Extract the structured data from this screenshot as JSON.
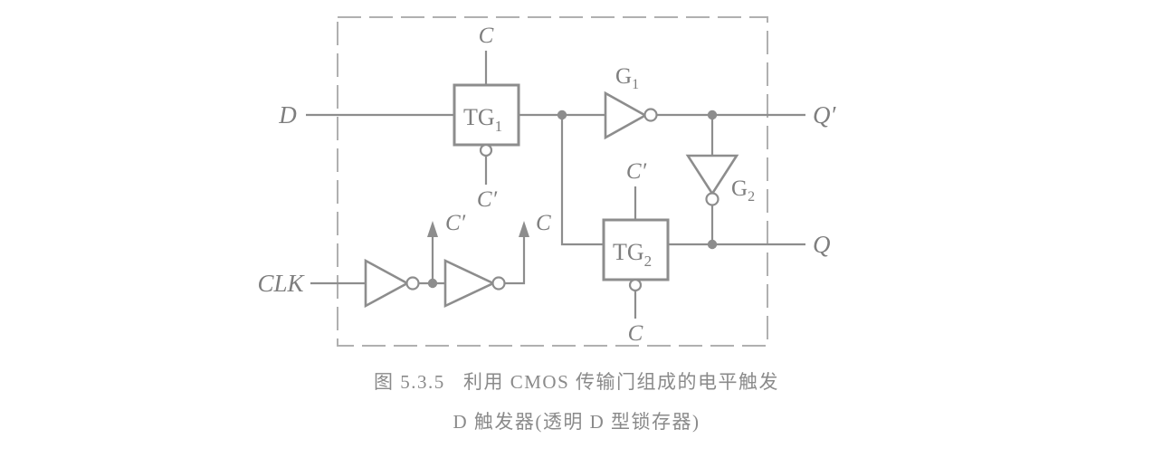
{
  "figure": {
    "caption_line_1": "图 5.3.5   利用 CMOS 传输门组成的电平触发",
    "caption_line_2": "D 触发器(透明 D 型锁存器)",
    "caption_full": "图 5.3.5 利用 CMOS 传输门组成的电平触发 D 触发器(透明 D 型锁存器)"
  },
  "colors": {
    "line": "#8d8d8d",
    "text": "#7e7e7e",
    "background": "#ffffff",
    "dashed_border": "#b0b0b0"
  },
  "diagram": {
    "type": "cmos-transmission-gate-d-latch",
    "inputs": [
      {
        "id": "d-input",
        "label": "D"
      },
      {
        "id": "clk-input",
        "label": "CLK"
      }
    ],
    "outputs": [
      {
        "id": "q-not-output",
        "label": "Q′"
      },
      {
        "id": "q-output",
        "label": "Q"
      }
    ],
    "blocks": [
      {
        "id": "tg1",
        "label": "TG",
        "sub": "1",
        "top_label": "C",
        "bottom_label": "C′",
        "top_inverted": false,
        "bottom_inverted": true
      },
      {
        "id": "tg2",
        "label": "TG",
        "sub": "2",
        "top_label": "C′",
        "bottom_label": "C",
        "top_inverted": false,
        "bottom_inverted": true
      }
    ],
    "gates": [
      {
        "id": "g1",
        "label": "G",
        "sub": "1",
        "kind": "inverter",
        "orientation": "right"
      },
      {
        "id": "g2",
        "label": "G",
        "sub": "2",
        "kind": "inverter",
        "orientation": "down"
      },
      {
        "id": "clk-inv-1",
        "label": "",
        "sub": "",
        "kind": "inverter",
        "orientation": "right"
      },
      {
        "id": "clk-inv-2",
        "label": "",
        "sub": "",
        "kind": "inverter",
        "orientation": "right"
      }
    ],
    "signal_taps": [
      {
        "id": "c-not-tap",
        "label": "C′"
      },
      {
        "id": "c-tap",
        "label": "C"
      }
    ]
  }
}
